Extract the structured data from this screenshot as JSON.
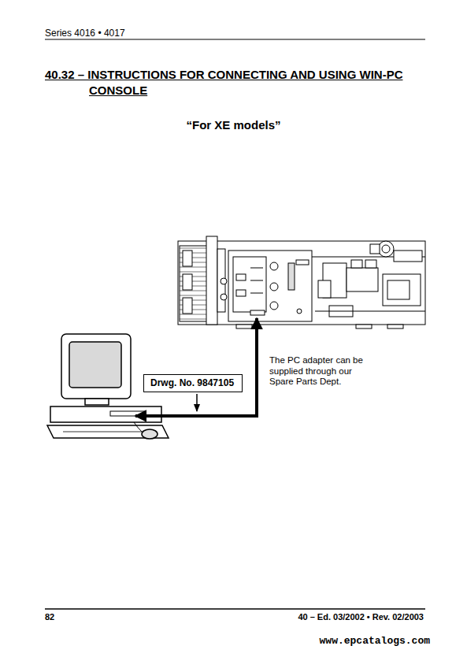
{
  "diagram": {
    "title": "40.32 – INSTRUCTIONS FOR CONNECTING AND USING WIN-PC CONSOLE",
    "nodes": [
      {
        "text": [
          "Drwg. No. 9847105"
        ]
      }
    ],
    "labels": [
      "Series 4016 • 4017",
      "“For XE models”",
      "The PC adapter can be supplied through our Spare Parts Dept.",
      "82",
      "40 – Ed. 03/2002 • Rev. 02/2003",
      "www.epcatalogs.com"
    ]
  }
}
